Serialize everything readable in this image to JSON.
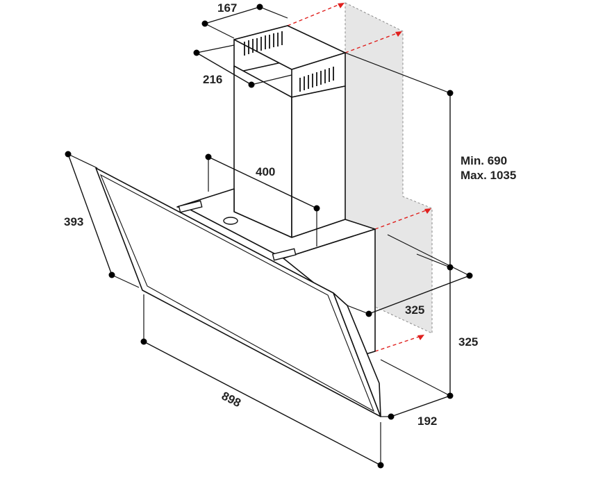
{
  "dimensions": {
    "chimney_width": "167",
    "chimney_depth": "216",
    "chimney_body": "400",
    "hood_height": "393",
    "hood_width": "898",
    "wall_depth": "325",
    "base_height": "325",
    "base_depth": "192",
    "height_min": "Min. 690",
    "height_max": "Max. 1035"
  },
  "colors": {
    "wall": "#e6e6e6",
    "arrow": "#e0201e",
    "line": "#111111"
  }
}
